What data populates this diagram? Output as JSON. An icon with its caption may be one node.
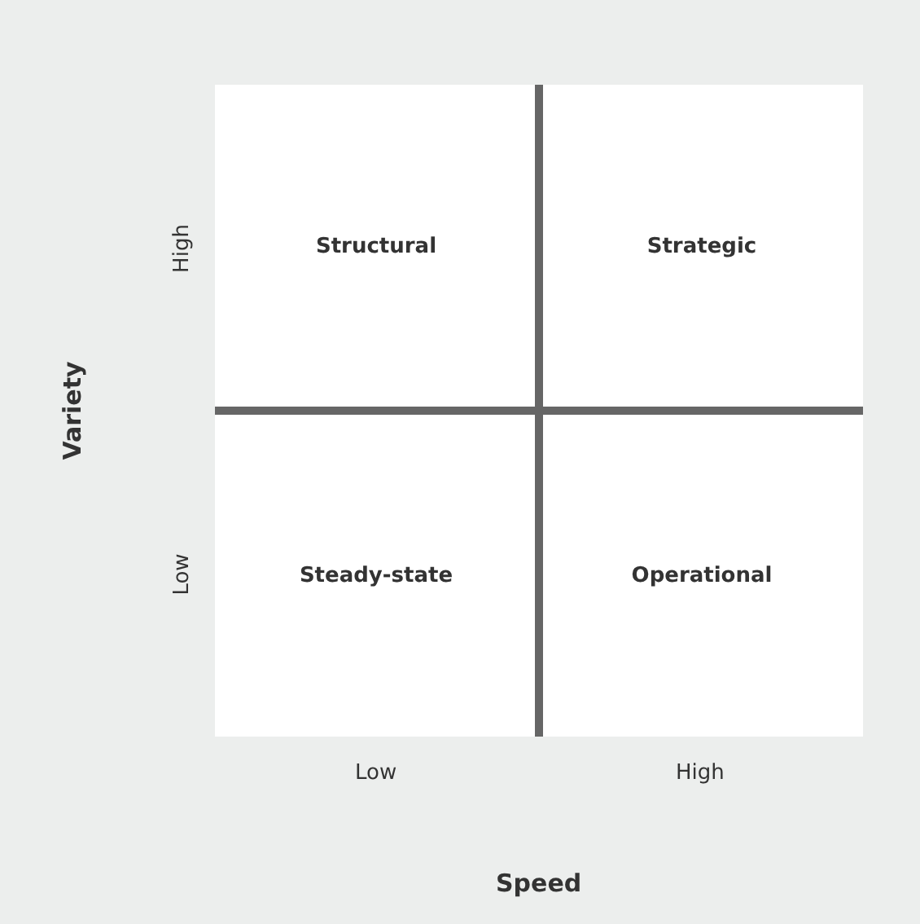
{
  "diagram": {
    "nodes": [
      {
        "text": [
          "Structural"
        ]
      },
      {
        "text": [
          "Strategic"
        ]
      },
      {
        "text": [
          "Steady-state"
        ]
      },
      {
        "text": [
          "Operational"
        ]
      }
    ],
    "labels": [
      "High",
      "Variety",
      "Low",
      "Low",
      "High",
      "Speed"
    ]
  }
}
